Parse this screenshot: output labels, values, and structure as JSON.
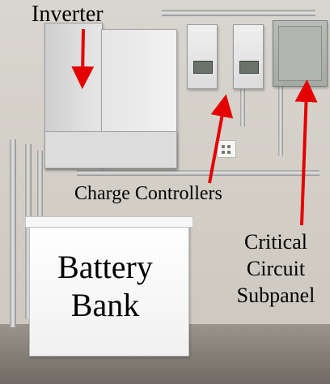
{
  "labels": {
    "inverter": "Inverter",
    "charge_controllers": "Charge Controllers",
    "critical_circuit": [
      "Critical",
      "Circuit",
      "Subpanel"
    ],
    "battery_bank": [
      "Battery",
      "Bank"
    ]
  },
  "colors": {
    "arrow": "#e40000",
    "text": "#000000"
  }
}
